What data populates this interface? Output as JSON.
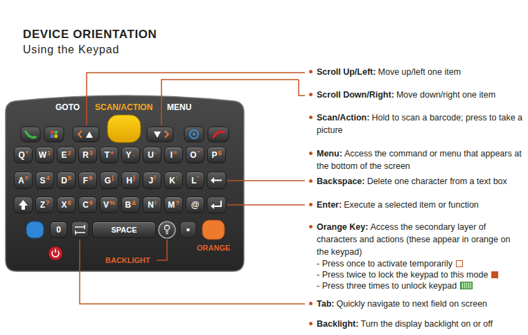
{
  "diagram": {
    "title": "DEVICE ORIENTATION",
    "nodes": [
      {
        "text": [
          "GOTO",
          "SCAN/ACTION",
          "MENU",
          "BACKLIGHT",
          "ORANGE"
        ]
      },
      {
        "text": [
          "Q",
          "*"
        ],
        "in": 0
      },
      {
        "text": [
          "W",
          "1"
        ],
        "in": 0
      },
      {
        "text": [
          "E",
          "2"
        ],
        "in": 0
      },
      {
        "text": [
          "R",
          "3"
        ],
        "in": 0
      },
      {
        "text": [
          "T",
          "+"
        ],
        "in": 0
      },
      {
        "text": [
          "Y",
          "_"
        ],
        "in": 0
      },
      {
        "text": [
          "U",
          "-"
        ],
        "in": 0
      },
      {
        "text": [
          "I",
          "="
        ],
        "in": 0
      },
      {
        "text": [
          "O",
          "\""
        ],
        "in": 0
      },
      {
        "text": [
          "P",
          "$"
        ],
        "in": 0
      },
      {
        "text": [
          "A",
          "#"
        ],
        "in": 0
      },
      {
        "text": [
          "S",
          "4"
        ],
        "in": 0
      },
      {
        "text": [
          "D",
          "5"
        ],
        "in": 0
      },
      {
        "text": [
          "F",
          "6"
        ],
        "in": 0
      },
      {
        "text": [
          "G",
          "("
        ],
        "in": 0
      },
      {
        "text": [
          "H",
          ")"
        ],
        "in": 0
      },
      {
        "text": [
          "J",
          "/"
        ],
        "in": 0
      },
      {
        "text": [
          "K",
          ":"
        ],
        "in": 0
      },
      {
        "text": [
          "L",
          "'"
        ],
        "in": 0
      },
      {
        "text": [
          "Z",
          "7"
        ],
        "in": 0
      },
      {
        "text": [
          "X",
          "8"
        ],
        "in": 0
      },
      {
        "text": [
          "C",
          "9"
        ],
        "in": 0
      },
      {
        "text": [
          "V",
          "%"
        ],
        "in": 0
      },
      {
        "text": [
          "B",
          "&"
        ],
        "in": 0
      },
      {
        "text": [
          "N",
          "!"
        ],
        "in": 0
      },
      {
        "text": [
          "M",
          "?"
        ],
        "in": 0
      },
      {
        "text": [
          "@"
        ],
        "in": 0
      },
      {
        "text": [
          "0"
        ],
        "in": 0
      },
      {
        "text": [
          "SPACE"
        ],
        "in": 0
      }
    ],
    "labels": [
      "Using the Keypad",
      "Scroll Up/Left:",
      "Move up/left one item",
      "Scroll Down/Right:",
      "Move down/right one item",
      "Scan/Action:",
      "Hold to scan a barcode; press to take a picture",
      "Menu:",
      "Access the command or menu that appears at the bottom of the screen",
      "Backspace:",
      "Delete one character from a text box",
      "Enter:",
      "Execute a selected item or function",
      "Orange Key:",
      "Access the secondary layer of characters and actions (these appear in orange on the keypad)",
      "- Press once to activate temporarily",
      "- Press twice to lock the keypad to this mode",
      "- Press three times to unlock keypad",
      "Tab:",
      "Quickly navigate to next field on screen",
      "Backlight:",
      "Turn the display backlight on or off"
    ]
  }
}
